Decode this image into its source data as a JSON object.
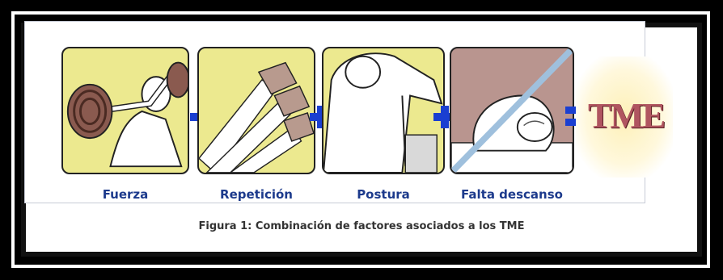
{
  "panels": [
    {
      "label": "Fuerza",
      "icon": "dumbbell-lift-illustration"
    },
    {
      "label": "Repetición",
      "icon": "repetitive-hands-illustration"
    },
    {
      "label": "Postura",
      "icon": "awkward-posture-illustration"
    },
    {
      "label": "Falta descanso",
      "icon": "tired-worker-illustration"
    }
  ],
  "operators": {
    "plus": "+",
    "equals": "="
  },
  "result": "TME",
  "caption": "Figura 1: Combinación de factores asociados a los TME",
  "colors": {
    "panel_fill": "#ece98f",
    "label_text": "#1c3a8c",
    "operator": "#1a3fd1",
    "result_text": "#b05560"
  }
}
